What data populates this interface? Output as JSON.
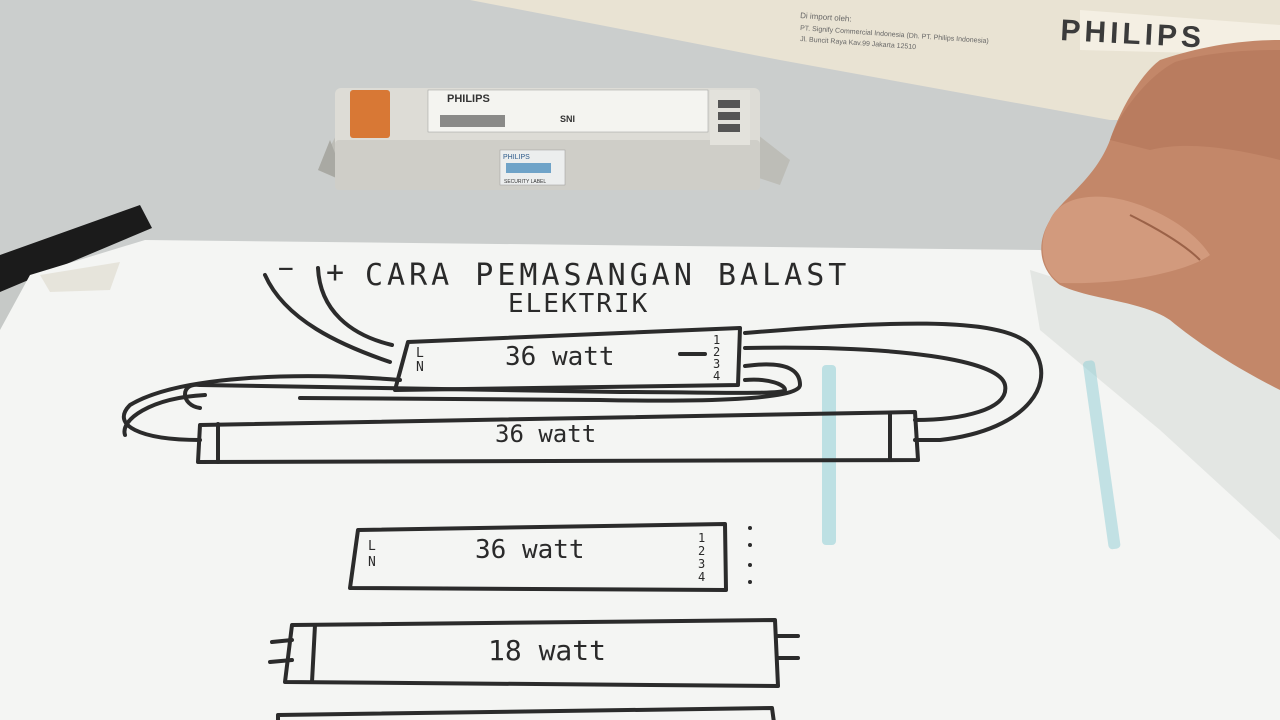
{
  "box": {
    "brand": "PHILIPS",
    "importer_lines": [
      "Di import oleh:",
      "PT. Signify Commercial Indonesia (Dh. PT. Philips Indonesia)",
      "Jl. Buncit Raya Kav.99 Jakarta 12510"
    ]
  },
  "ballast_device": {
    "brand": "PHILIPS",
    "sni": "SNI",
    "sticker_brand": "PHILIPS",
    "sticker_label": "SECURITY LABEL"
  },
  "sheet": {
    "title_line1": "CARA PEMASANGAN BALAST",
    "title_line2": "ELEKTRIK",
    "minus_sign": "−",
    "plus_sign": "+",
    "diagram1": {
      "ballast_terminals_left": [
        "L",
        "N"
      ],
      "ballast_label": "36 watt",
      "ballast_terminals_right": [
        "1",
        "2",
        "3",
        "4"
      ],
      "tube_label": "36 watt"
    },
    "diagram2": {
      "ballast_terminals_left": [
        "L",
        "N"
      ],
      "ballast_label": "36 watt",
      "ballast_terminals_right": [
        "1",
        "2",
        "3",
        "4"
      ],
      "tube_label": "18 watt"
    }
  },
  "colors": {
    "table": "#c9ccca",
    "paper": "#f3f4f2",
    "ink": "#2b2b2b",
    "ballast_body": "#dcdcd6",
    "box": "#e8e2d4",
    "skin": "#c48a6e",
    "blue_stain": "#7cc4d0"
  }
}
